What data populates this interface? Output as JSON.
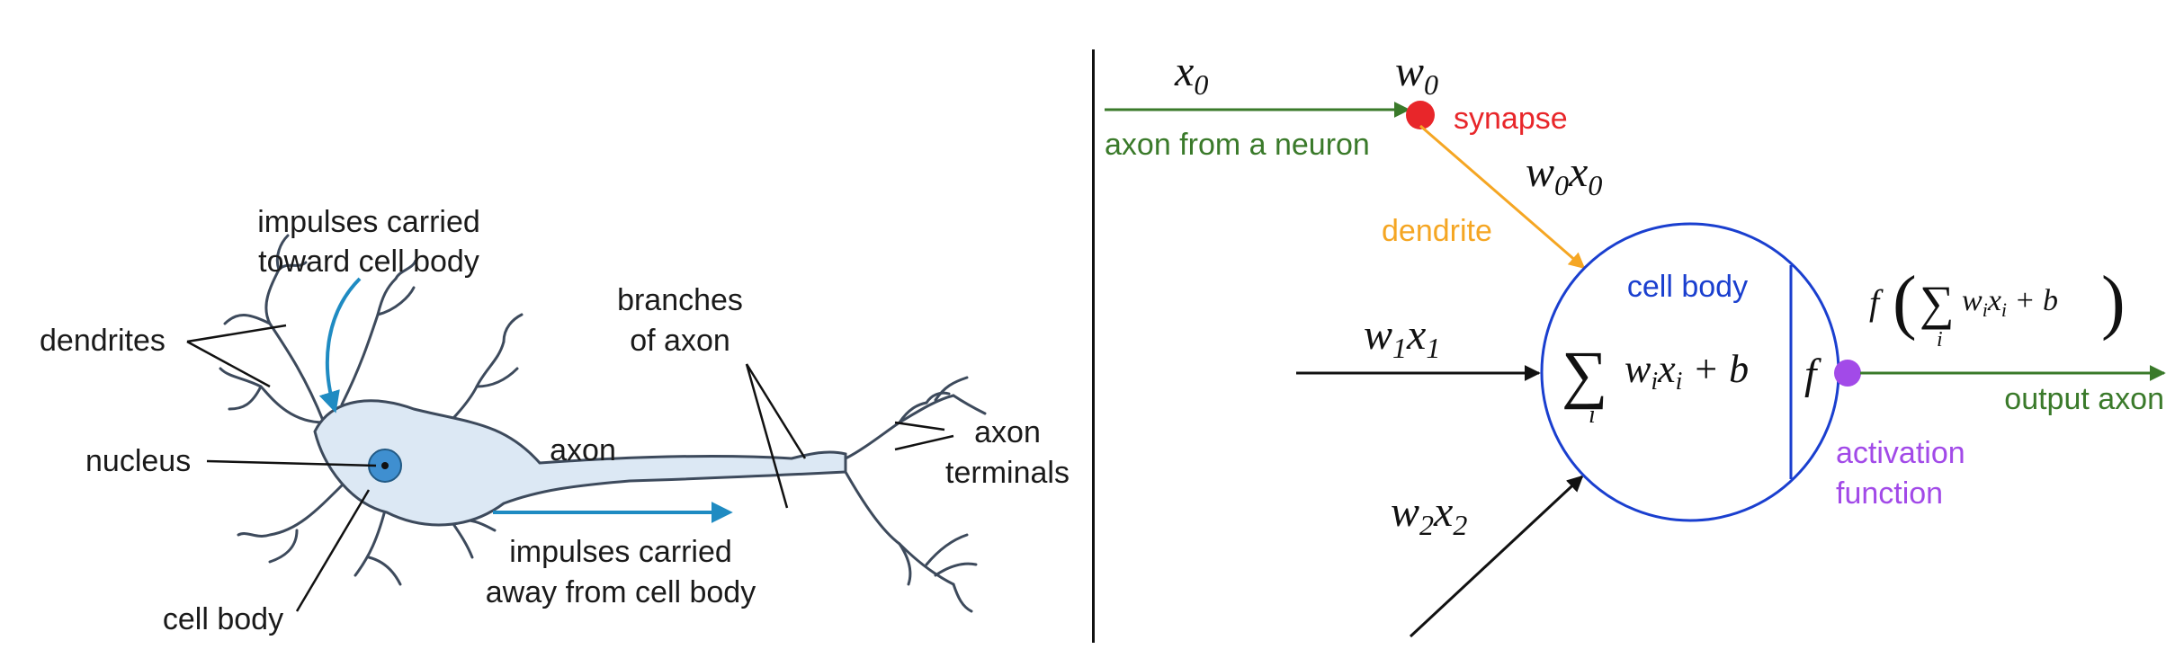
{
  "colors": {
    "neuron_fill": "#dce8f4",
    "neuron_stroke": "#3d4a5c",
    "nucleus": "#3f8fd0",
    "impulse_arrow": "#1f8bc2",
    "axon_green": "#3a7a2a",
    "synapse_red": "#e8262a",
    "dendrite_orange": "#f5a623",
    "cell_blue": "#1a3fcf",
    "activation_purple": "#a24ae8"
  },
  "biological": {
    "labels": {
      "impulses_toward_1": "impulses carried",
      "impulses_toward_2": "toward cell body",
      "dendrites": "dendrites",
      "branches_1": "branches",
      "branches_2": "of axon",
      "nucleus": "nucleus",
      "axon": "axon",
      "axon_terminals_1": "axon",
      "axon_terminals_2": "terminals",
      "impulses_away_1": "impulses carried",
      "impulses_away_2": "away from cell body",
      "cell_body": "cell body"
    }
  },
  "model": {
    "x0": {
      "var": "x",
      "sub": "0"
    },
    "w0": {
      "var": "w",
      "sub": "0"
    },
    "w0x0": {
      "v1": "w",
      "s1": "0",
      "v2": "x",
      "s2": "0"
    },
    "w1x1": {
      "v1": "w",
      "s1": "1",
      "v2": "x",
      "s2": "1"
    },
    "w2x2": {
      "v1": "w",
      "s1": "2",
      "v2": "x",
      "s2": "2"
    },
    "labels": {
      "synapse": "synapse",
      "axon_from_neuron": "axon from a neuron",
      "dendrite": "dendrite",
      "cell_body": "cell body",
      "output_axon": "output axon",
      "activation_1": "activation",
      "activation_2": "function"
    },
    "formula": {
      "sigma": "∑",
      "index": "i",
      "terms": "w",
      "w_sub": "i",
      "x": "x",
      "x_sub": "i",
      "plus_b": " + b",
      "f": "f",
      "paren_open": "(",
      "paren_close": ")"
    }
  }
}
